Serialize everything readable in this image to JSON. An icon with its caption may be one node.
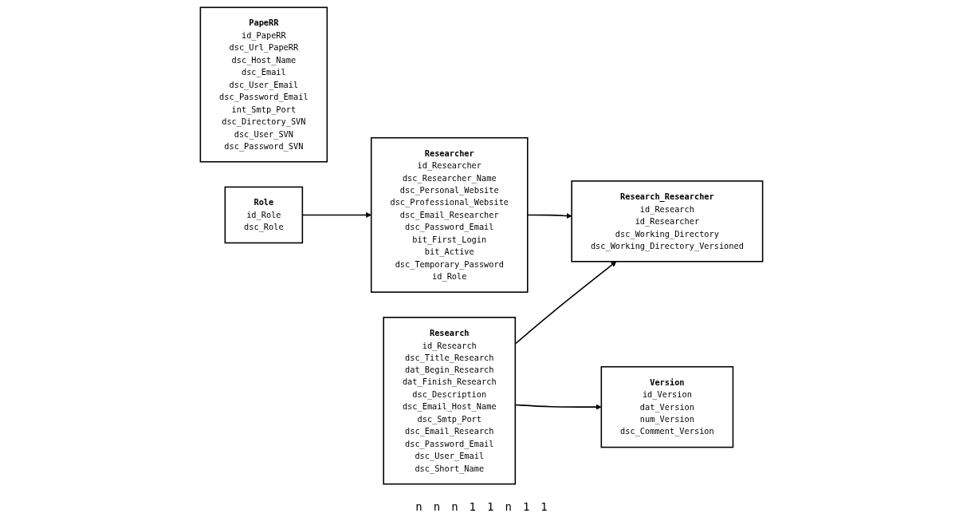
{
  "diagram": {
    "nodes": [
      {
        "text": [
          "PapeRR",
          "id_PapeRR",
          "dsc_Url_PapeRR",
          "dsc_Host_Name",
          "dsc_Email",
          "dsc_User_Email",
          "dsc_Password_Email",
          "int_Smtp_Port",
          "dsc_Directory_SVN",
          "dsc_User_SVN",
          "dsc_Password_SVN"
        ]
      },
      {
        "text": [
          "Research_Researcher",
          "id_Research",
          "id_Researcher",
          "dsc_Working_Directory",
          "dsc_Working_Directory_Versioned"
        ]
      },
      {
        "text": [
          "Researcher",
          "id_Researcher",
          "dsc_Researcher_Name",
          "dsc_Personal_Website",
          "dsc_Professional_Website",
          "dsc_Email_Researcher",
          "dsc_Password_Email",
          "bit_First_Login",
          "bit_Active",
          "dsc_Temporary_Password",
          "id_Role"
        ]
      },
      {
        "text": [
          "Version",
          "id_Version",
          "dat_Version",
          "num_Version",
          "dsc_Comment_Version"
        ]
      },
      {
        "text": [
          "Research",
          "id_Research",
          "dsc_Title_Research",
          "dat_Begin_Research",
          "dat_Finish_Research",
          "dsc_Description",
          "dsc_Email_Host_Name",
          "dsc_Smtp_Port",
          "dsc_Email_Research",
          "dsc_Password_Email",
          "dsc_User_Email",
          "dsc_Short_Name"
        ]
      },
      {
        "text": [
          "Role",
          "id_Role",
          "dsc_Role"
        ]
      }
    ],
    "edges": [
      {
        "from": 4,
        "to": 1,
        "arrow": "to"
      },
      {
        "from": 2,
        "to": 1,
        "arrow": "to"
      },
      {
        "from": 4,
        "to": 3,
        "arrow": "to"
      },
      {
        "from": 5,
        "to": 2,
        "arrow": "to"
      }
    ],
    "labels": [
      "n",
      "n",
      "n",
      "1",
      "1",
      "n",
      "1",
      "1"
    ]
  }
}
